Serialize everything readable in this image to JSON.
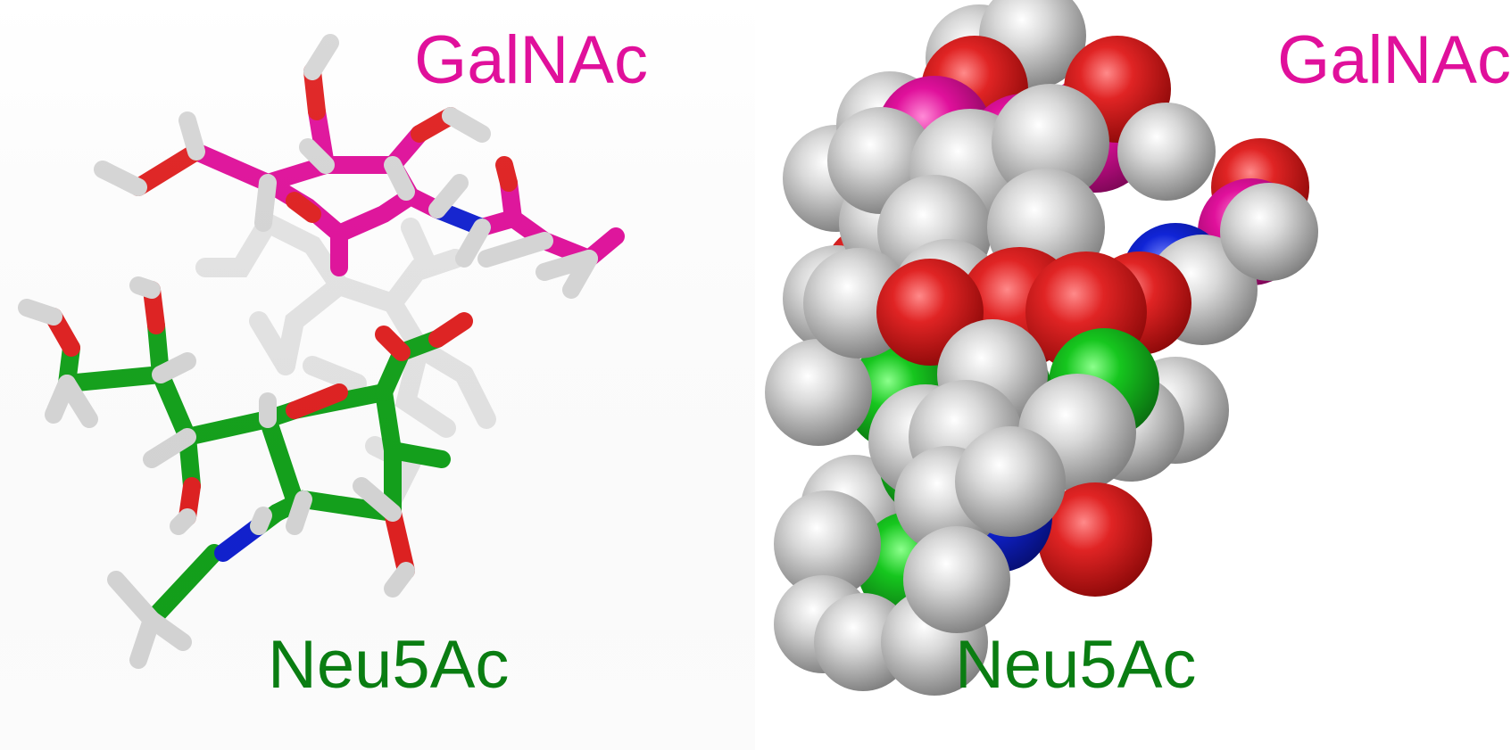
{
  "colors": {
    "galnac": "#e0109b",
    "neu5ac": "#12a11a",
    "neu5ac_label": "#0a7d12",
    "oxygen": "#e02020",
    "nitrogen": "#1020d0",
    "hydrogen": "#c8c8c8",
    "protein": "#e6e6e6"
  },
  "panels": [
    {
      "style": "stick-model",
      "labels": {
        "top": "GalNAc",
        "bottom": "Neu5Ac"
      }
    },
    {
      "style": "space-filling-model",
      "labels": {
        "top": "GalNAc",
        "bottom": "Neu5Ac"
      }
    }
  ]
}
